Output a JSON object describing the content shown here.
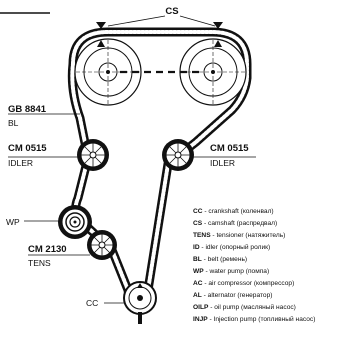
{
  "title": "CS",
  "labels": {
    "gb_code": "GB 8841",
    "gb_sub": "BL",
    "idler_left_code": "CM  0515",
    "idler_left_sub": "IDLER",
    "idler_right_code": "CM  0515",
    "idler_right_sub": "IDLER",
    "wp": "WP",
    "tens_code": "CM  2130",
    "tens_sub": "TENS",
    "cc": "CC"
  },
  "legend": [
    {
      "key": "CC",
      "text": " - crankshaft (коленвал)"
    },
    {
      "key": "CS",
      "text": " - camshaft (распредвал)"
    },
    {
      "key": "TENS",
      "text": " - tensioner (натяжитель)"
    },
    {
      "key": "ID",
      "text": " - idler (опорный ролик)"
    },
    {
      "key": "BL",
      "text": " - belt (ремень)"
    },
    {
      "key": "WP",
      "text": " - water pump (помпа)"
    },
    {
      "key": "AC",
      "text": " - air compressor (компрессор)"
    },
    {
      "key": "AL",
      "text": " - alternator (генератор)"
    },
    {
      "key": "OILP",
      "text": " - oil pump (масляный насос)"
    },
    {
      "key": "INJP",
      "text": " - Injection pump (топливный насос)"
    }
  ],
  "colors": {
    "ink": "#111111",
    "paper": "#ffffff"
  }
}
